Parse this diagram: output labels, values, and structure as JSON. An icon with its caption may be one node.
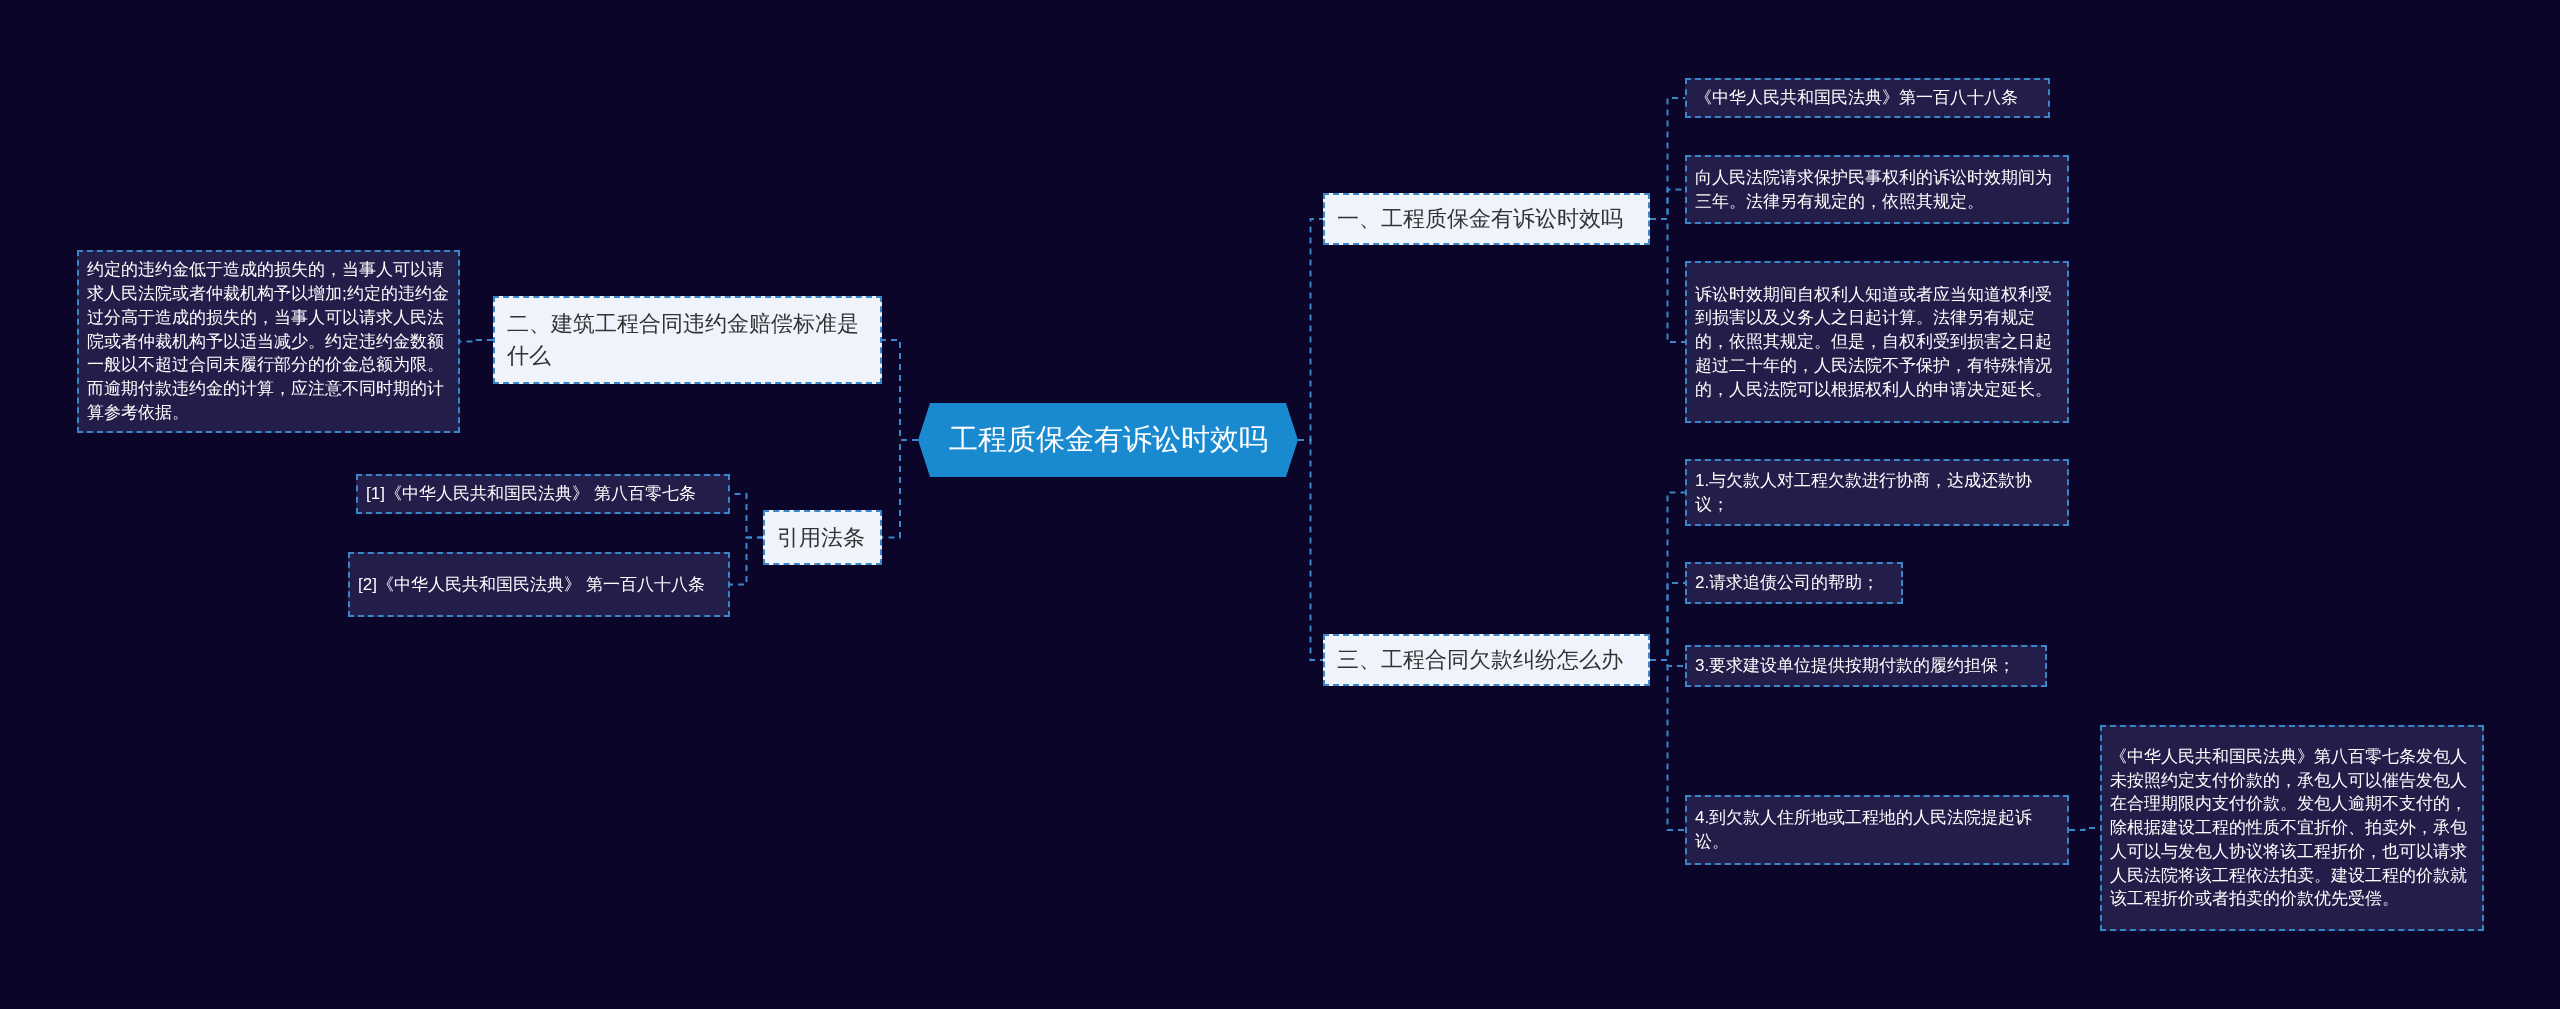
{
  "diagram": {
    "nodes": [
      {
        "text": [
          "工程质保金有诉讼时效吗"
        ]
      },
      {
        "text": [
          "一、工程质保金有诉讼时效吗"
        ]
      },
      {
        "text": [
          "《中华人民共和国民法典》第一百八十八条"
        ]
      },
      {
        "text": [
          "向人民法院请求保护民事权利的诉讼时效期间为三年。法律另有规定的，依照其规定。"
        ]
      },
      {
        "text": [
          "诉讼时效期间自权利人知道或者应当知道权利受到损害以及义务人之日起计算。法律另有规定的，依照其规定。但是，自权利受到损害之日起超过二十年的，人民法院不予保护，有特殊情况的，人民法院可以根据权利人的申请决定延长。"
        ]
      },
      {
        "text": [
          "三、工程合同欠款纠纷怎么办"
        ]
      },
      {
        "text": [
          "1.与欠款人对工程欠款进行协商，达成还款协议；"
        ]
      },
      {
        "text": [
          "2.请求追债公司的帮助；"
        ]
      },
      {
        "text": [
          "3.要求建设单位提供按期付款的履约担保；"
        ]
      },
      {
        "text": [
          "4.到欠款人住所地或工程地的人民法院提起诉讼。"
        ]
      },
      {
        "text": [
          "《中华人民共和国民法典》第八百零七条发包人未按照约定支付价款的，承包人可以催告发包人在合理期限内支付价款。发包人逾期不支付的，除根据建设工程的性质不宜折价、拍卖外，承包人可以与发包人协议将该工程折价，也可以请求人民法院将该工程依法拍卖。建设工程的价款就该工程折价或者拍卖的价款优先受偿。"
        ]
      },
      {
        "text": [
          "二、建筑工程合同违约金赔偿标准是什么"
        ]
      },
      {
        "text": [
          "约定的违约金低于造成的损失的，当事人可以请求人民法院或者仲裁机构予以增加;约定的违约金过分高于造成的损失的，当事人可以请求人民法院或者仲裁机构予以适当减少。约定违约金数额一般以不超过合同未履行部分的价金总额为限。而逾期付款违约金的计算，应注意不同时期的计算参考依据。"
        ]
      },
      {
        "text": [
          "引用法条"
        ]
      },
      {
        "text": [
          "[1]《中华人民共和国民法典》 第八百零七条"
        ]
      },
      {
        "text": [
          "[2]《中华人民共和国民法典》 第一百八十八条"
        ]
      }
    ],
    "edges": [
      {
        "from": 0,
        "to": 1,
        "arrow": "none",
        "style": "dashed"
      },
      {
        "from": 1,
        "to": 2,
        "arrow": "none",
        "style": "dashed"
      },
      {
        "from": 1,
        "to": 3,
        "arrow": "none",
        "style": "dashed"
      },
      {
        "from": 1,
        "to": 4,
        "arrow": "none",
        "style": "dashed"
      },
      {
        "from": 0,
        "to": 5,
        "arrow": "none",
        "style": "dashed"
      },
      {
        "from": 5,
        "to": 6,
        "arrow": "none",
        "style": "dashed"
      },
      {
        "from": 5,
        "to": 7,
        "arrow": "none",
        "style": "dashed"
      },
      {
        "from": 5,
        "to": 8,
        "arrow": "none",
        "style": "dashed"
      },
      {
        "from": 5,
        "to": 9,
        "arrow": "none",
        "style": "dashed"
      },
      {
        "from": 9,
        "to": 10,
        "arrow": "none",
        "style": "dashed"
      },
      {
        "from": 0,
        "to": 11,
        "arrow": "none",
        "style": "dashed"
      },
      {
        "from": 11,
        "to": 12,
        "arrow": "none",
        "style": "dashed"
      },
      {
        "from": 0,
        "to": 13,
        "arrow": "none",
        "style": "dashed"
      },
      {
        "from": 13,
        "to": 14,
        "arrow": "none",
        "style": "dashed"
      },
      {
        "from": 13,
        "to": 15,
        "arrow": "none",
        "style": "dashed"
      }
    ]
  }
}
